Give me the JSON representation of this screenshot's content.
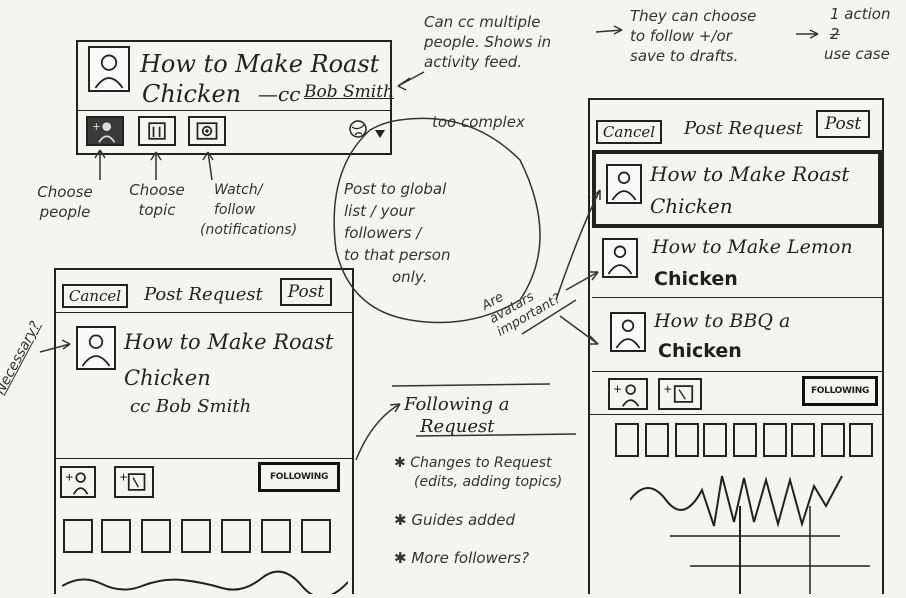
{
  "notes": {
    "cc_multiple": [
      "Can cc multiple",
      "people. Shows in",
      "activity feed."
    ],
    "follow_or_save": [
      "They can choose",
      "to follow +/or",
      "save to drafts."
    ],
    "one_action": [
      "1 action",
      "2",
      "use case"
    ],
    "too_complex": "too complex",
    "post_to": [
      "Post to global",
      "list / your",
      "followers /",
      "to that person",
      "only."
    ],
    "choose_people": [
      "Choose",
      "people"
    ],
    "choose_topic": [
      "Choose",
      "topic"
    ],
    "watch_follow": [
      "Watch/",
      "follow",
      "(notifications)"
    ],
    "necessary": "Necessary?",
    "avatars_important": [
      "Are",
      "avatars",
      "important?"
    ]
  },
  "sketch_top": {
    "title_line1": "How to Make Roast",
    "title_line2": "Chicken",
    "cc_prefix": "—cc",
    "cc_name": "Bob Smith"
  },
  "sketch_left": {
    "cancel": "Cancel",
    "header": "Post Request",
    "post": "Post",
    "title_line1": "How to Make Roast",
    "title_line2": "Chicken",
    "cc_line": "cc Bob Smith",
    "following": "FOLLOWING"
  },
  "following_notes": {
    "heading_line1": "Following a",
    "heading_line2": "Request",
    "bullets": [
      [
        "Changes to Request",
        "(edits, adding topics)"
      ],
      [
        "Guides added"
      ],
      [
        "More followers?"
      ]
    ]
  },
  "sketch_right": {
    "cancel": "Cancel",
    "header": "Post Request",
    "post": "Post",
    "items": [
      {
        "line1": "How to Make Roast",
        "line2": "Chicken"
      },
      {
        "line1": "How to Make Lemon",
        "line2": "Chicken"
      },
      {
        "line1": "How to BBQ a",
        "line2": "Chicken"
      }
    ],
    "following": "FOLLOWING"
  },
  "colors": {
    "ink": "#222222",
    "paper": "#f4f4f2"
  }
}
